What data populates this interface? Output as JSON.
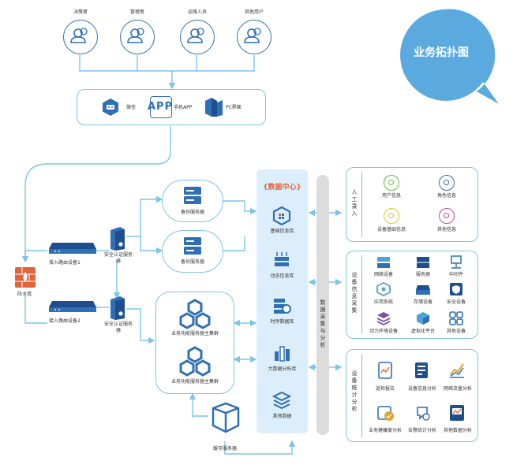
{
  "title": "业务拓扑图",
  "users": [
    "决策者",
    "管理者",
    "运维人员",
    "其他用户"
  ],
  "access": {
    "wechat": "微信",
    "app_icon": "APP",
    "app": "手机APP",
    "pc": "PC界面"
  },
  "left": {
    "firewall": "防火墙",
    "router1": "接入路由设备1",
    "router2": "接入路由设备2",
    "auth1": "安全认证服务器",
    "auth2": "安全认证服务器",
    "backup1": "备份服务器",
    "backup2": "备份服务器",
    "cluster1": "业务功能服务器主集群",
    "cluster2": "业务功能服务器主集群",
    "cache": "缓存服务器"
  },
  "datacenter": {
    "title": "{数据中心}",
    "items": [
      "基础信息库",
      "动态信息库",
      "时序数据库",
      "大数据分析库",
      "其他数据"
    ]
  },
  "collect_bar": "数据采集与分析",
  "right": {
    "manual": {
      "label": "人工录入",
      "items": [
        "用户信息",
        "角色信息",
        "设备基础信息",
        "其他信息"
      ]
    },
    "device": {
      "label": "设备信息采集",
      "items": [
        "网络设备",
        "服务器",
        "中间件",
        "应用系统",
        "存储设备",
        "安全设备",
        "动力环境设备",
        "虚拟化平台",
        "其他设备"
      ]
    },
    "stats": {
      "label": "设备统计分析",
      "items": [
        "巡检报告",
        "设备信息分析",
        "网络流量分析",
        "业务健康度分析",
        "告警统计分析",
        "其他数据分析"
      ]
    }
  },
  "colors": {
    "primary": "#2f6fb5",
    "line": "#7fc3e8",
    "bubble": "#5aa9df",
    "firewall": "#e2643a"
  }
}
